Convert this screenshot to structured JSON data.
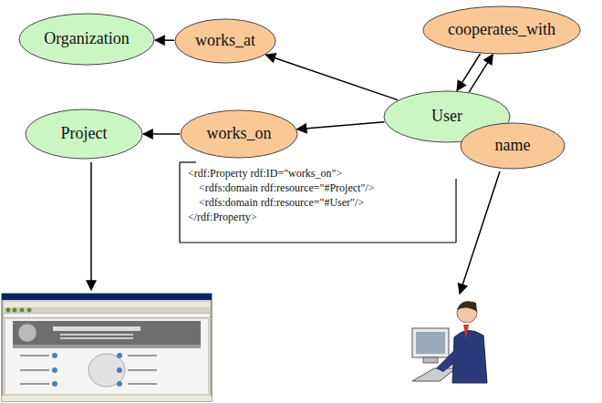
{
  "diagram": {
    "nodes": [
      {
        "text": [
          "Organization"
        ]
      },
      {
        "text": [
          "works_at"
        ]
      },
      {
        "text": [
          "cooperates_with"
        ]
      },
      {
        "text": [
          "User"
        ]
      },
      {
        "text": [
          "Project"
        ]
      },
      {
        "text": [
          "works_on"
        ]
      },
      {
        "text": [
          "name"
        ]
      }
    ],
    "edges": [
      {
        "from": 1,
        "to": 0,
        "arrow": "to"
      },
      {
        "from": 3,
        "to": 1,
        "arrow": "to"
      },
      {
        "from": 3,
        "to": 2,
        "arrow": "to"
      },
      {
        "from": 2,
        "to": 3,
        "arrow": "to"
      },
      {
        "from": 3,
        "to": 5,
        "arrow": "to"
      },
      {
        "from": 5,
        "to": 4,
        "arrow": "to"
      },
      {
        "from": 3,
        "to": 6,
        "arrow": "to"
      }
    ],
    "labels": [
      "<rdf:Property rdf:ID=\"works_on\">",
      "<rdfs:domain rdf:resource=\"#Project\"/>",
      "<rdfs:domain rdf:resource=\"#User\"/>",
      "</rdf:Property>"
    ]
  }
}
